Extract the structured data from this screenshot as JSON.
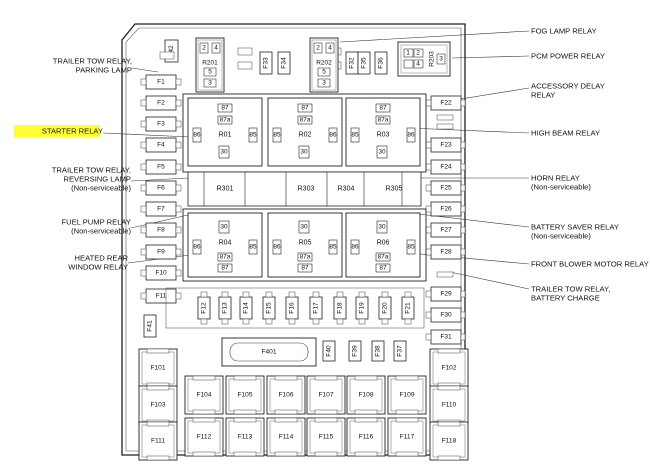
{
  "callouts_left": [
    {
      "lines": [
        "TRAILER TOW RELAY,",
        "PARKING LAMP"
      ]
    },
    {
      "lines": [
        "STARTER RELAY"
      ]
    },
    {
      "lines": [
        "TRAILER TOW RELAY,",
        "REVERSING LAMP",
        "(Non-serviceable)"
      ]
    },
    {
      "lines": [
        "FUEL PUMP RELAY",
        "(Non-serviceable)"
      ]
    },
    {
      "lines": [
        "HEATED REAR",
        "WINDOW RELAY"
      ]
    }
  ],
  "callouts_right": [
    {
      "lines": [
        "FOG LAMP RELAY"
      ]
    },
    {
      "lines": [
        "PCM POWER RELAY"
      ]
    },
    {
      "lines": [
        "ACCESSORY DELAY",
        "RELAY"
      ]
    },
    {
      "lines": [
        "HIGH BEAM RELAY"
      ]
    },
    {
      "lines": [
        "HORN RELAY",
        "(Non-serviceable)"
      ]
    },
    {
      "lines": [
        "BATTERY SAVER RELAY",
        "(Non-serviceable)"
      ]
    },
    {
      "lines": [
        "FRONT BLOWER MOTOR RELAY"
      ]
    },
    {
      "lines": [
        "TRAILER TOW RELAY,",
        "BATTERY CHARGE"
      ]
    }
  ],
  "highlight_color": "#ffff33",
  "top_fuses": {
    "f42": "F42",
    "f33": "F33",
    "f34": "F34",
    "f32": "F32",
    "f35": "F35",
    "f36": "F36"
  },
  "mini_relays": {
    "r201": {
      "label": "R201",
      "pins": [
        "2",
        "4",
        "5",
        "3"
      ]
    },
    "r202": {
      "label": "R202",
      "pins": [
        "2",
        "4",
        "5",
        "3"
      ]
    },
    "r203": {
      "label": "R203",
      "pins": [
        "1",
        "2",
        "4",
        "3"
      ]
    }
  },
  "left_fuses": [
    "F1",
    "F2",
    "F3",
    "F4",
    "F5",
    "F6",
    "F7",
    "F8",
    "F9",
    "F10",
    "F11"
  ],
  "right_fuses": [
    "F22",
    "F23",
    "F24",
    "F25",
    "F26",
    "F27",
    "F28",
    "F29",
    "F30",
    "F31"
  ],
  "upper_relays": [
    {
      "label": "R01",
      "pins": [
        "87",
        "87a",
        "86",
        "85",
        "30"
      ]
    },
    {
      "label": "R02",
      "pins": [
        "87",
        "87a",
        "85",
        "86",
        "30"
      ]
    },
    {
      "label": "R03",
      "pins": [
        "87",
        "87a",
        "85",
        "86",
        "30"
      ]
    }
  ],
  "lower_relays": [
    {
      "label": "R04",
      "pins": [
        "30",
        "86",
        "85",
        "87a",
        "87"
      ]
    },
    {
      "label": "R05",
      "pins": [
        "30",
        "86",
        "85",
        "87a",
        "87"
      ]
    },
    {
      "label": "R06",
      "pins": [
        "30",
        "86",
        "85",
        "87a",
        "87"
      ]
    }
  ],
  "diode_row": [
    "R301",
    "R303",
    "R304",
    "R305"
  ],
  "bottom_fuse_row": [
    "F12",
    "F13",
    "F14",
    "F15",
    "F16",
    "F17",
    "F18",
    "F19",
    "F20",
    "F21"
  ],
  "mid_fuses": {
    "f41": "F41",
    "f401": "F401",
    "f40": "F40",
    "f39": "F39",
    "f38": "F38",
    "f37": "F37"
  },
  "maxi_fuses": {
    "left": [
      "F101",
      "F103",
      "F111"
    ],
    "right": [
      "F102",
      "F110",
      "F118"
    ],
    "row1": [
      "F104",
      "F105",
      "F106",
      "F107",
      "F108",
      "F109"
    ],
    "row2": [
      "F112",
      "F113",
      "F114",
      "F115",
      "F116",
      "F117"
    ]
  }
}
